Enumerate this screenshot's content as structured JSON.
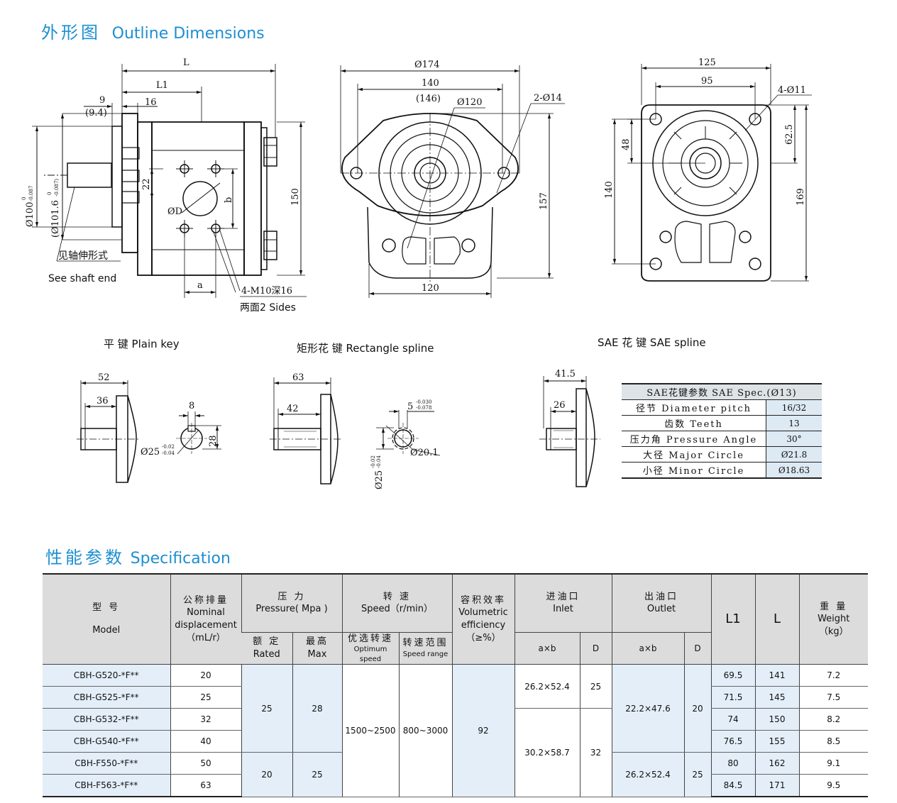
{
  "outline": {
    "title_cn": "外形图",
    "title_en": "Outline Dimensions",
    "side": {
      "L": "L",
      "L1": "L1",
      "d9": "9",
      "d94": "(9.4)",
      "d16": "16",
      "dia100": "Ø100",
      "dia100_tol_hi": "0",
      "dia100_tol_lo": "-0.087",
      "dia1016": "(Ø101.6",
      "dia1016_tol_hi": "0",
      "dia1016_tol_lo": "-0.087)",
      "d22": "22",
      "b": "b",
      "phiD": "ØD",
      "d150": "150",
      "a": "a",
      "m10": "4-M10深16",
      "two_sides": "两面2 Sides",
      "shaft_cn": "见轴伸形式",
      "shaft_en": "See shaft end"
    },
    "front": {
      "d174": "Ø174",
      "d140": "140",
      "d146": "(146)",
      "d120c": "Ø120",
      "holes": "2-Ø14",
      "d157": "157",
      "d120": "120"
    },
    "sae": {
      "d125": "125",
      "d95": "95",
      "holes": "4-Ø11",
      "d48": "48",
      "d625": "62.5",
      "d140": "140",
      "d169": "169"
    },
    "plain_key": {
      "title": "平 键  Plain key",
      "d52": "52",
      "d36": "36",
      "d8": "8",
      "d28": "28",
      "dia": "Ø25",
      "tol_hi": "-0.02",
      "tol_lo": "-0.04"
    },
    "rect_spline": {
      "title": "矩形花 键  Rectangle spline",
      "d63": "63",
      "d42": "42",
      "d5": "5",
      "d5_hi": "-0.030",
      "d5_lo": "-0.078",
      "d201": "Ø20.1",
      "dia": "Ø25",
      "tol_hi": "-0.02",
      "tol_lo": "-0.04"
    },
    "sae_spline": {
      "title": "SAE 花 键   SAE spline",
      "d415": "41.5",
      "d26": "26",
      "table_header": "SAE花键参数  SAE Spec.(Ø13)",
      "rows": [
        {
          "k": "径节 Diameter pitch",
          "v": "16/32"
        },
        {
          "k": "齿数 Teeth",
          "v": "13"
        },
        {
          "k": "压力角 Pressure Angle",
          "v": "30°"
        },
        {
          "k": "大径 Major Circle",
          "v": "Ø21.8"
        },
        {
          "k": "小径 Minor Circle",
          "v": "Ø18.63"
        }
      ]
    }
  },
  "spec": {
    "title_cn": "性能参数",
    "title_en": "Specification",
    "headers": {
      "model_cn": "型   号",
      "model_en": "Model",
      "disp_cn": "公称排量",
      "disp_en1": "Nominal",
      "disp_en2": "displacement",
      "disp_unit": "（mL/r）",
      "pressure_cn": "压 力",
      "pressure_en": "Pressure( Mpa )",
      "rated_cn": "额 定",
      "rated_en": "Rated",
      "max_cn": "最高",
      "max_en": "Max",
      "speed_cn": "转   速",
      "speed_en": "Speed（r/min）",
      "opt_cn": "优选转速",
      "opt_en": "Optimum speed",
      "range_cn": "转速范围",
      "range_en": "Speed range",
      "eff_cn": "容积效率",
      "eff_en1": "Volumetric",
      "eff_en2": "efficiency",
      "eff_unit": "（≥%）",
      "inlet_cn": "进油口",
      "inlet_en": "Inlet",
      "outlet_cn": "出油口",
      "outlet_en": "Outlet",
      "axb": "a×b",
      "D": "D",
      "L1": "L1",
      "L": "L",
      "weight_cn": "重 量",
      "weight_en": "Weight",
      "weight_unit": "（kg）"
    },
    "rows": [
      {
        "model": "CBH-G520-*F**",
        "disp": "20",
        "L1": "69.5",
        "L": "141",
        "weight": "7.2"
      },
      {
        "model": "CBH-G525-*F**",
        "disp": "25",
        "L1": "71.5",
        "L": "145",
        "weight": "7.5"
      },
      {
        "model": "CBH-G532-*F**",
        "disp": "32",
        "L1": "74",
        "L": "150",
        "weight": "8.2"
      },
      {
        "model": "CBH-G540-*F**",
        "disp": "40",
        "L1": "76.5",
        "L": "155",
        "weight": "8.5"
      },
      {
        "model": "CBH-F550-*F**",
        "disp": "50",
        "L1": "80",
        "L": "162",
        "weight": "9.1"
      },
      {
        "model": "CBH-F563-*F**",
        "disp": "63",
        "L1": "84.5",
        "L": "171",
        "weight": "9.5"
      }
    ],
    "merged": {
      "rated_a": "25",
      "max_a": "28",
      "rated_b": "20",
      "max_b": "25",
      "opt": "1500~2500",
      "range": "800~3000",
      "eff": "92",
      "in_axb_a": "26.2×52.4",
      "in_d_a": "25",
      "in_axb_b": "30.2×58.7",
      "in_d_b": "32",
      "out_axb_a": "22.2×47.6",
      "out_d_a": "20",
      "out_axb_b": "26.2×52.4",
      "out_d_b": "25"
    }
  }
}
